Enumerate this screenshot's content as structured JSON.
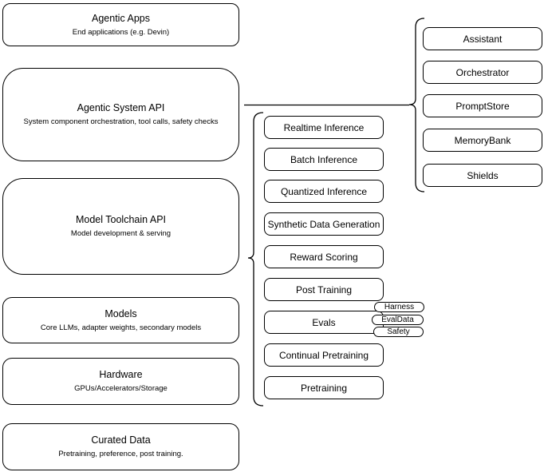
{
  "diagram": {
    "left_stack": [
      {
        "title": "Agentic Apps",
        "subtitle": "End applications (e.g. Devin)"
      },
      {
        "title": "Agentic System API",
        "subtitle": "System component orchestration, tool calls, safety checks"
      },
      {
        "title": "Model Toolchain API",
        "subtitle": "Model development & serving"
      },
      {
        "title": "Models",
        "subtitle": "Core LLMs, adapter weights, secondary models"
      },
      {
        "title": "Hardware",
        "subtitle": "GPUs/Accelerators/Storage"
      },
      {
        "title": "Curated Data",
        "subtitle": "Pretraining, preference, post training."
      }
    ],
    "toolchain_services": [
      "Realtime Inference",
      "Batch Inference",
      "Quantized Inference",
      "Synthetic Data Generation",
      "Reward Scoring",
      "Post Training",
      "Evals",
      "Continual Pretraining",
      "Pretraining"
    ],
    "eval_tags": [
      "Harness",
      "EvalData",
      "Safety"
    ],
    "system_components": [
      "Assistant",
      "Orchestrator",
      "PromptStore",
      "MemoryBank",
      "Shields"
    ],
    "colors": {
      "stroke": "#000000",
      "fill": "#ffffff"
    }
  }
}
